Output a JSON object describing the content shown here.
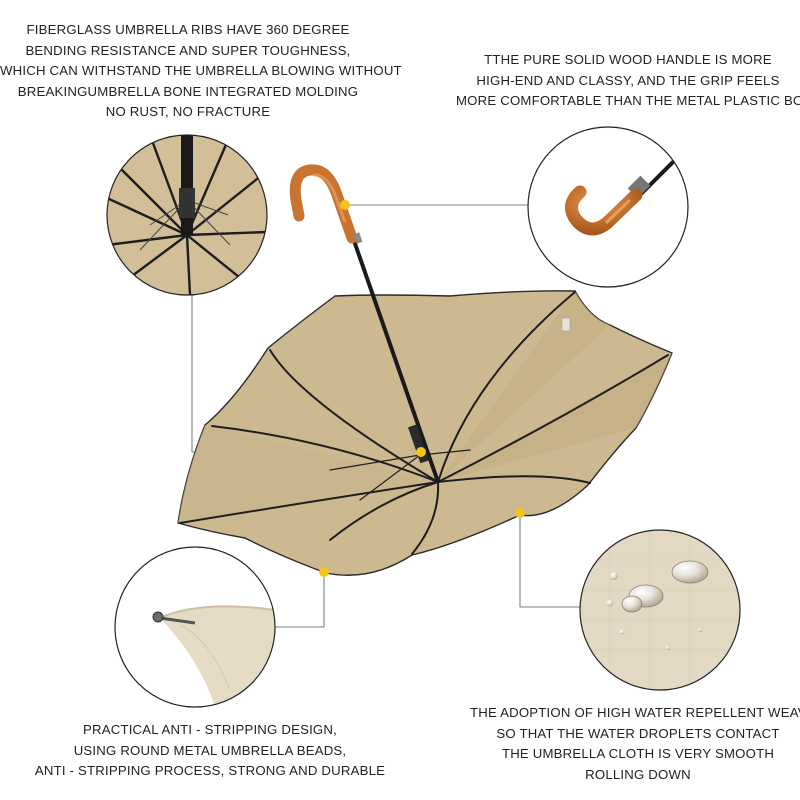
{
  "captions": {
    "ribs": [
      "FIBERGLASS UMBRELLA RIBS HAVE 360 DEGREE",
      "BENDING RESISTANCE AND SUPER TOUGHNESS,",
      "WHICH CAN WITHSTAND THE UMBRELLA BLOWING WITHOUT",
      "BREAKINGUMBRELLA BONE INTEGRATED MOLDING",
      "NO RUST, NO FRACTURE"
    ],
    "handle": [
      "TTHE PURE SOLID WOOD HANDLE IS MORE",
      "HIGH-END AND CLASSY, AND THE GRIP FEELS",
      "MORE COMFORTABLE THAN THE METAL PLASTIC BOX"
    ],
    "beads": [
      "PRACTICAL ANTI - STRIPPING DESIGN,",
      "USING ROUND METAL UMBRELLA BEADS,",
      "ANTI - STRIPPING PROCESS, STRONG AND DURABLE"
    ],
    "weave": [
      "THE ADOPTION OF HIGH WATER REPELLENT WEAVE,",
      "SO THAT THE WATER DROPLETS CONTACT",
      "THE UMBRELLA CLOTH IS VERY SMOOTH",
      "ROLLING DOWN"
    ]
  },
  "colors": {
    "canopy": "#cdb990",
    "canopy_shade": "#bfa97c",
    "rib": "#1e1e1e",
    "wood": "#c8732f",
    "marker": "#f2c418",
    "leader": "#555555"
  }
}
